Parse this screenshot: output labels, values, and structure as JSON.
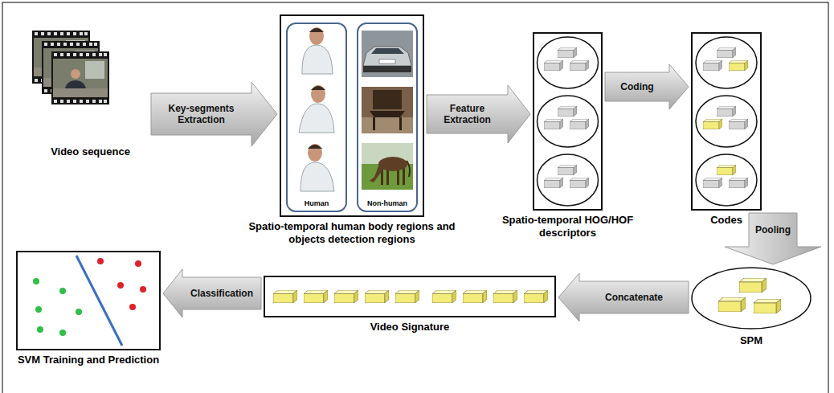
{
  "diagram": {
    "nodes": [
      {
        "text": [
          "Video sequence"
        ]
      },
      {
        "text": [
          "Spatio-temporal human body regions and objects detection regions"
        ]
      },
      {
        "text": [
          "Human"
        ],
        "in": 1
      },
      {
        "text": [
          "Non-human"
        ],
        "in": 1
      },
      {
        "text": [
          "Spatio-temporal HOG/HOF descriptors"
        ]
      },
      {
        "text": [
          "Codes"
        ]
      },
      {
        "text": [
          "SPM"
        ]
      },
      {
        "text": [
          "Video Signature"
        ]
      },
      {
        "text": [
          "SVM Training and Prediction"
        ]
      }
    ],
    "edges": [
      {
        "from": 0,
        "to": 1,
        "arrow": "to",
        "label": "Key-segments Extraction"
      },
      {
        "from": 1,
        "to": 4,
        "arrow": "to",
        "label": "Feature Extraction"
      },
      {
        "from": 4,
        "to": 5,
        "arrow": "to",
        "label": "Coding"
      },
      {
        "from": 5,
        "to": 6,
        "arrow": "to",
        "label": "Pooling"
      },
      {
        "from": 6,
        "to": 7,
        "arrow": "to",
        "label": "Concatenate"
      },
      {
        "from": 7,
        "to": 8,
        "arrow": "to",
        "label": "Classification"
      }
    ]
  }
}
